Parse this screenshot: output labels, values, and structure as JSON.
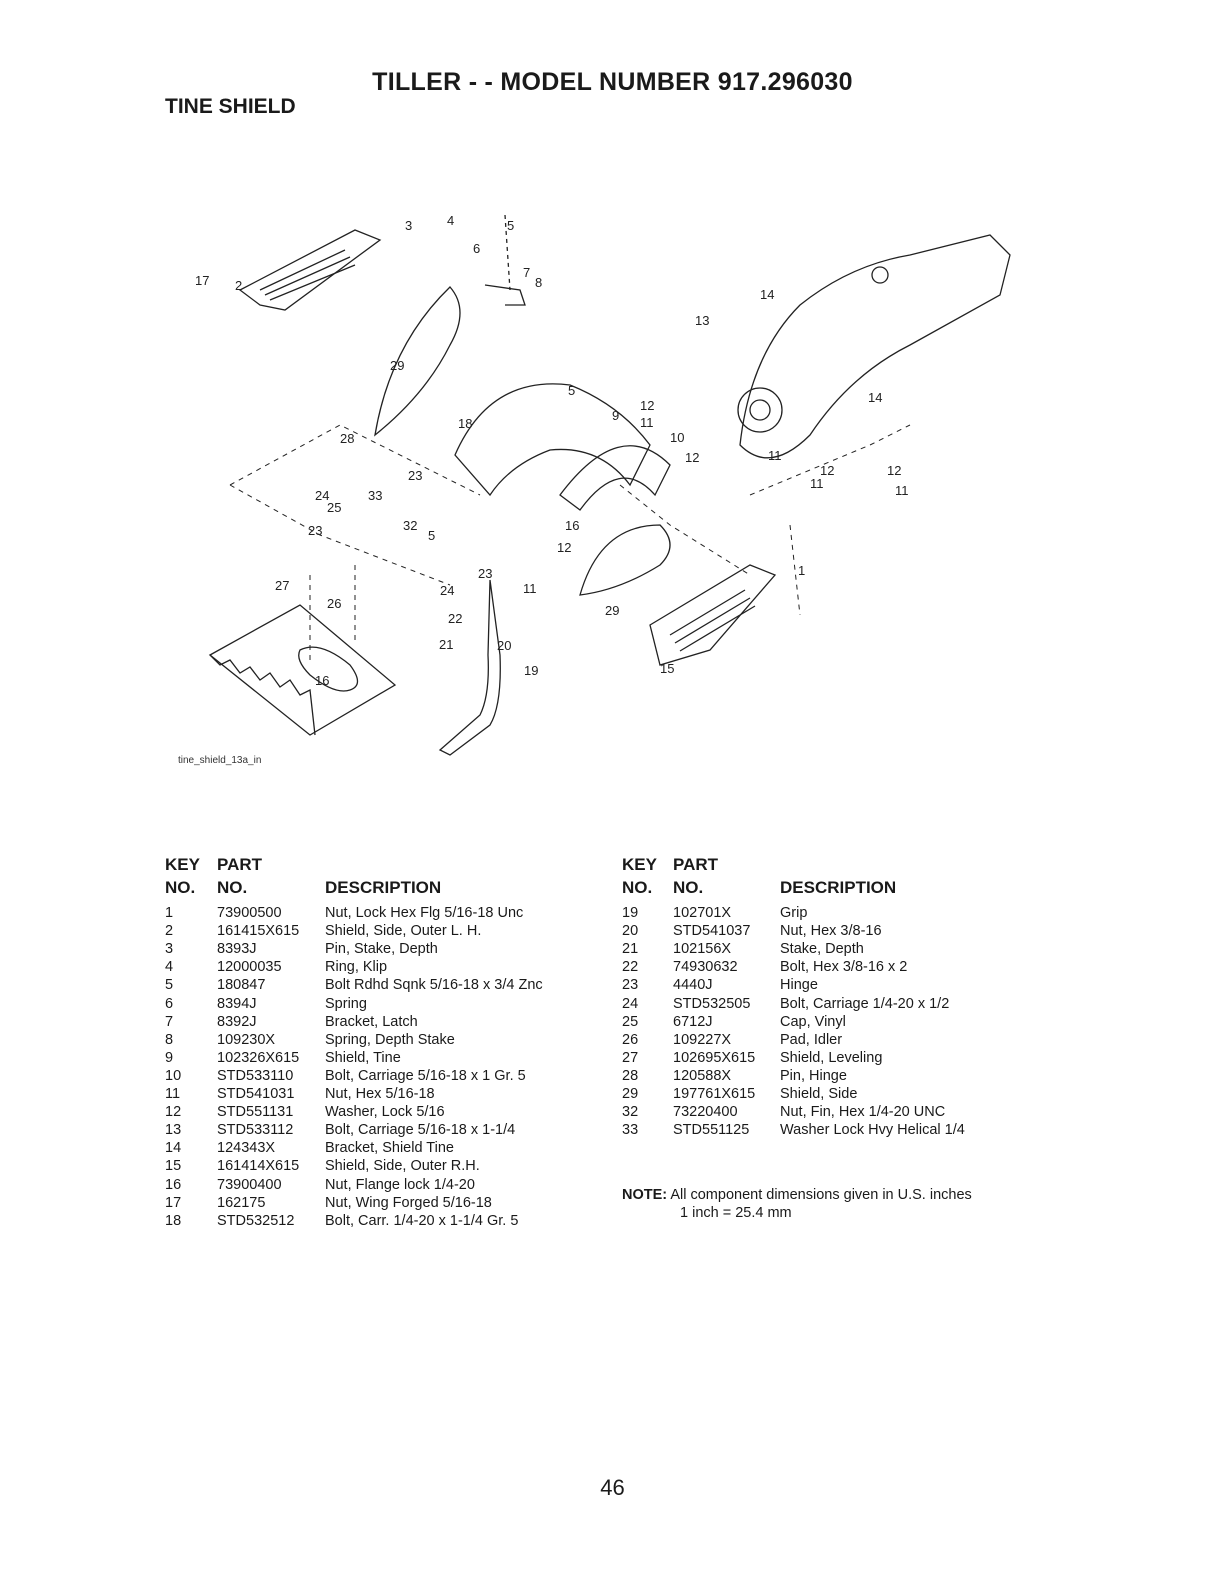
{
  "header": {
    "title": "TILLER - - MODEL NUMBER 917.296030",
    "section": "TINE SHIELD"
  },
  "figure": {
    "label": "tine_shield_13a_in",
    "callouts": [
      "1",
      "2",
      "3",
      "4",
      "5",
      "6",
      "7",
      "8",
      "9",
      "10",
      "11",
      "12",
      "13",
      "14",
      "15",
      "16",
      "17",
      "18",
      "19",
      "20",
      "21",
      "22",
      "23",
      "24",
      "25",
      "26",
      "27",
      "28",
      "29",
      "32",
      "33"
    ]
  },
  "table_headers": {
    "key_line1": "KEY",
    "key_line2": "NO.",
    "part_line1": "PART",
    "part_line2": "NO.",
    "description": "DESCRIPTION"
  },
  "parts_left": [
    {
      "key": "1",
      "part": "73900500",
      "desc": "Nut, Lock Hex Flg 5/16-18 Unc"
    },
    {
      "key": "2",
      "part": "161415X615",
      "desc": "Shield, Side, Outer L. H."
    },
    {
      "key": "3",
      "part": "8393J",
      "desc": "Pin, Stake, Depth"
    },
    {
      "key": "4",
      "part": "12000035",
      "desc": "Ring, Klip"
    },
    {
      "key": "5",
      "part": "180847",
      "desc": "Bolt Rdhd Sqnk 5/16-18 x 3/4 Znc"
    },
    {
      "key": "6",
      "part": "8394J",
      "desc": "Spring"
    },
    {
      "key": "7",
      "part": "8392J",
      "desc": "Bracket, Latch"
    },
    {
      "key": "8",
      "part": "109230X",
      "desc": "Spring, Depth Stake"
    },
    {
      "key": "9",
      "part": "102326X615",
      "desc": "Shield, Tine"
    },
    {
      "key": "10",
      "part": "STD533110",
      "desc": "Bolt, Carriage 5/16-18 x 1 Gr. 5"
    },
    {
      "key": "11",
      "part": "STD541031",
      "desc": "Nut, Hex 5/16-18"
    },
    {
      "key": "12",
      "part": "STD551131",
      "desc": "Washer, Lock 5/16"
    },
    {
      "key": "13",
      "part": "STD533112",
      "desc": "Bolt, Carriage 5/16-18 x 1-1/4"
    },
    {
      "key": "14",
      "part": "124343X",
      "desc": "Bracket, Shield Tine"
    },
    {
      "key": "15",
      "part": "161414X615",
      "desc": "Shield, Side, Outer R.H."
    },
    {
      "key": "16",
      "part": "73900400",
      "desc": "Nut, Flange lock 1/4-20"
    },
    {
      "key": "17",
      "part": "162175",
      "desc": "Nut, Wing Forged 5/16-18"
    },
    {
      "key": "18",
      "part": "STD532512",
      "desc": "Bolt, Carr. 1/4-20 x 1-1/4 Gr. 5"
    }
  ],
  "parts_right": [
    {
      "key": "19",
      "part": "102701X",
      "desc": "Grip"
    },
    {
      "key": "20",
      "part": "STD541037",
      "desc": "Nut, Hex 3/8-16"
    },
    {
      "key": "21",
      "part": "102156X",
      "desc": "Stake, Depth"
    },
    {
      "key": "22",
      "part": "74930632",
      "desc": "Bolt, Hex 3/8-16 x 2"
    },
    {
      "key": "23",
      "part": "4440J",
      "desc": "Hinge"
    },
    {
      "key": "24",
      "part": "STD532505",
      "desc": "Bolt, Carriage 1/4-20 x 1/2"
    },
    {
      "key": "25",
      "part": "6712J",
      "desc": "Cap, Vinyl"
    },
    {
      "key": "26",
      "part": "109227X",
      "desc": "Pad, Idler"
    },
    {
      "key": "27",
      "part": "102695X615",
      "desc": "Shield, Leveling"
    },
    {
      "key": "28",
      "part": "120588X",
      "desc": "Pin, Hinge"
    },
    {
      "key": "29",
      "part": "197761X615",
      "desc": "Shield, Side"
    },
    {
      "key": "32",
      "part": "73220400",
      "desc": "Nut, Fin, Hex 1/4-20 UNC"
    },
    {
      "key": "33",
      "part": "STD551125",
      "desc": "Washer Lock Hvy Helical 1/4"
    }
  ],
  "note": {
    "label": "NOTE:",
    "line1": "All component dimensions given in U.S. inches",
    "line2": "1 inch = 25.4 mm"
  },
  "page_number": "46"
}
